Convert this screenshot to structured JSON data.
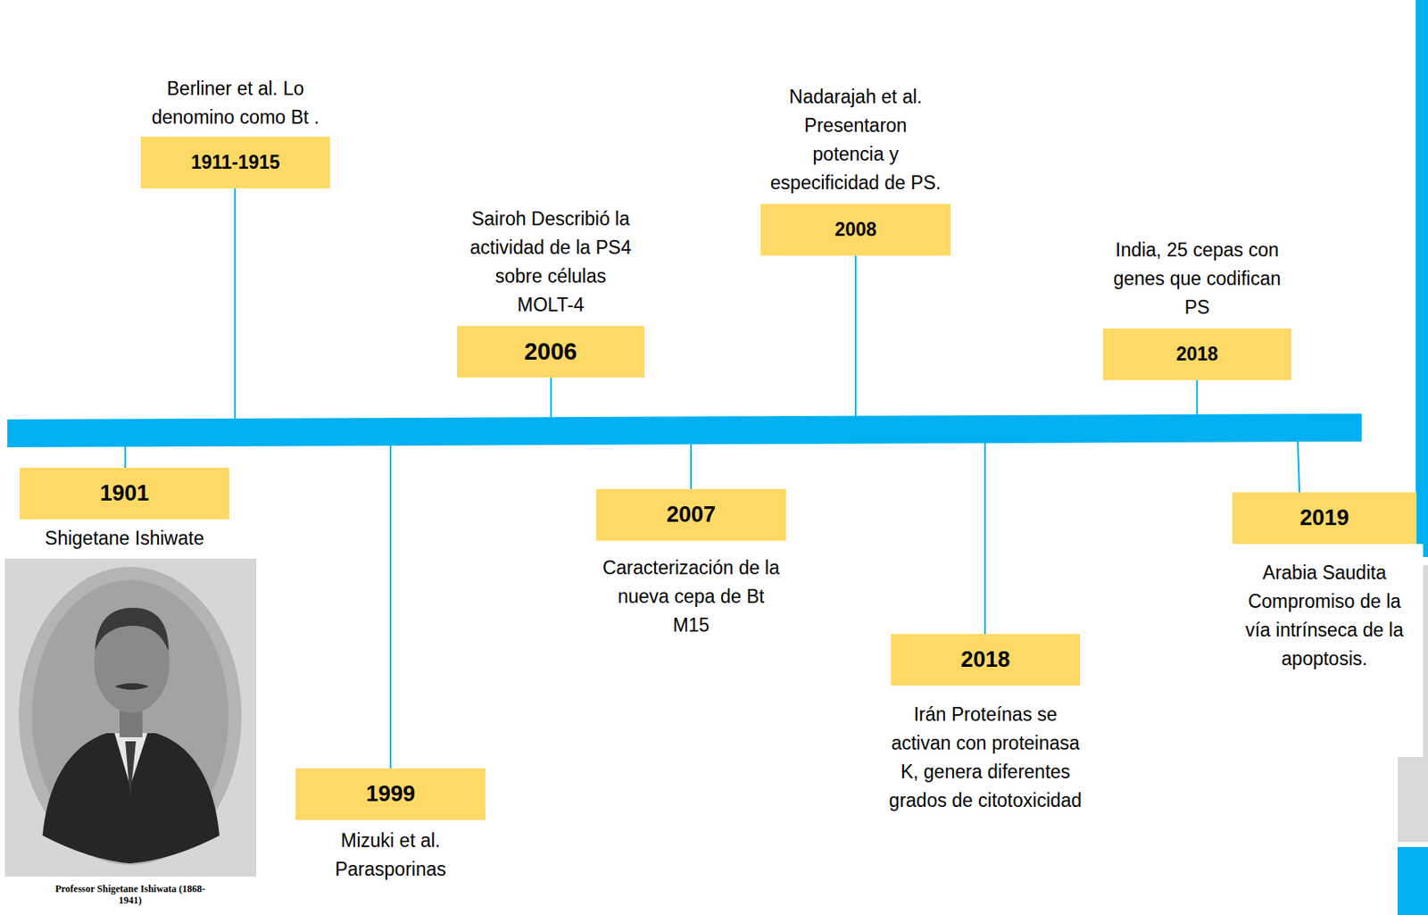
{
  "diagram": {
    "nodes": [
      {
        "text": [
          "1901",
          "Shigetane Ishiwate"
        ]
      },
      {
        "text": [
          "1911-1915",
          "Berliner et al. Lo denomino como Bt ."
        ]
      },
      {
        "text": [
          "1999",
          "Mizuki et al. Parasporinas"
        ]
      },
      {
        "text": [
          "2006",
          "Sairoh Describió la actividad de la PS4 sobre células MOLT-4"
        ]
      },
      {
        "text": [
          "2007",
          "Caracterización de la nueva cepa de Bt M15"
        ]
      },
      {
        "text": [
          "2008",
          "Nadarajah et al. Presentaron potencia y especificidad de PS."
        ]
      },
      {
        "text": [
          "2018",
          "Irán Proteínas se activan con proteinasa K, genera diferentes grados de citotoxicidad"
        ]
      },
      {
        "text": [
          "2018",
          "India, 25 cepas con genes que codifican PS"
        ]
      },
      {
        "text": [
          "2019",
          "Arabia Saudita Compromiso de la vía intrínseca de la apoptosis."
        ]
      }
    ],
    "labels": [
      "Professor Shigetane Ishiwata (1868-1941)"
    ]
  }
}
